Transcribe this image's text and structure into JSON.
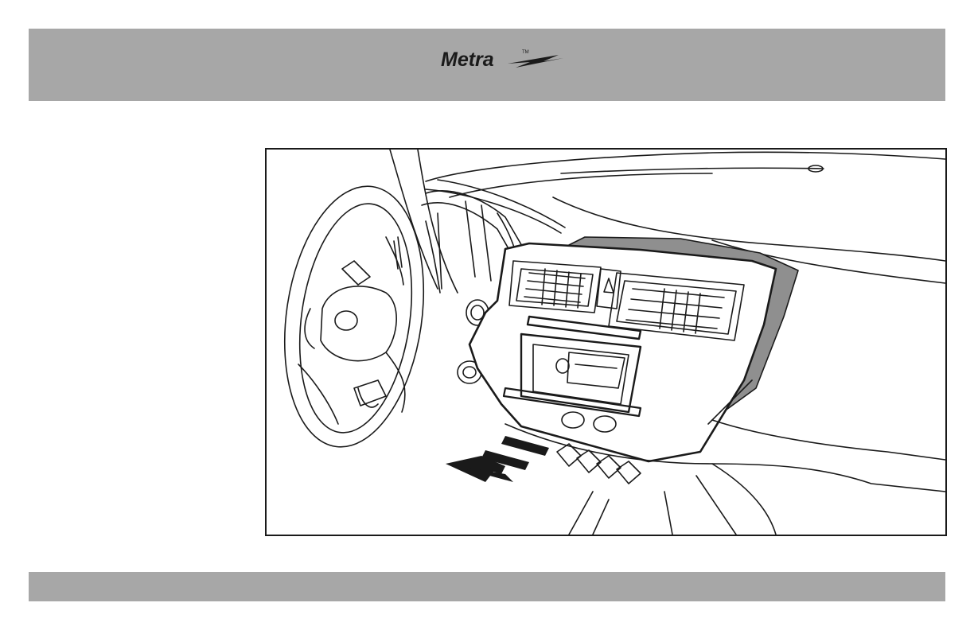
{
  "header": {
    "logo_text": "Metra",
    "logo_trademark": "TM",
    "band_color": "#a7a7a7"
  },
  "figure": {
    "line_color": "#1a1a1a",
    "shade_color": "#8f8f8f",
    "panel_fill": "#ffffff",
    "arrow_icon": "removal-direction-arrow"
  },
  "footer": {
    "band_color": "#a7a7a7"
  }
}
